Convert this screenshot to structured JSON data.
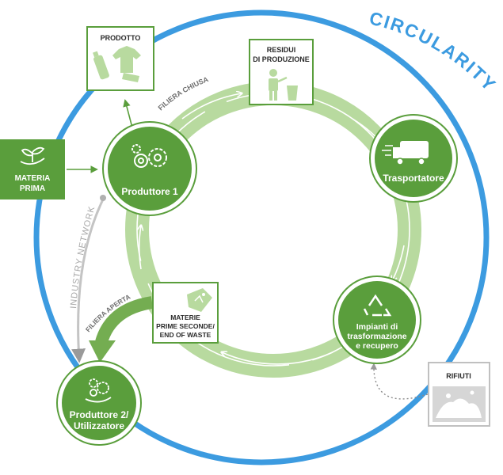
{
  "title": "CIRCULARITY",
  "colors": {
    "blue": "#3c9be0",
    "green_dark": "#5a9e3c",
    "green_mid": "#8cc06e",
    "green_light": "#b8da9f",
    "gray": "#bdbdbd"
  },
  "nodes": {
    "producer1": {
      "label": "Produttore 1",
      "icon": "gears-icon"
    },
    "transporter": {
      "label": "Trasportatore",
      "icon": "truck-icon"
    },
    "plants": {
      "lines": [
        "Impianti di",
        "trasformazione",
        "e recupero"
      ],
      "icon": "recycle-icon"
    },
    "producer2": {
      "lines": [
        "Produttore 2/",
        "Utilizzatore"
      ],
      "icon": "gears-hand-icon"
    }
  },
  "boxes": {
    "product": {
      "label": "PRODOTTO",
      "icon": "bottle-shirt-icon"
    },
    "residues": {
      "lines": [
        "RESIDUI",
        "DI PRODUZIONE"
      ],
      "icon": "person-waste-icon"
    },
    "secondary": {
      "lines": [
        "MATERIE",
        "PRIME SECONDE/",
        "END OF WASTE"
      ],
      "icon": "recycle-tag-icon"
    },
    "raw": {
      "lines": [
        "MATERIA",
        "PRIMA"
      ],
      "icon": "sprout-hand-icon"
    },
    "waste": {
      "label": "RIFIUTI",
      "icon": "waste-pile-icon"
    }
  },
  "arc_labels": {
    "closed": "FILIERA CHIUSA",
    "open": "FILIERA APERTA",
    "industry": "INDUSTRY   NETWORK"
  }
}
